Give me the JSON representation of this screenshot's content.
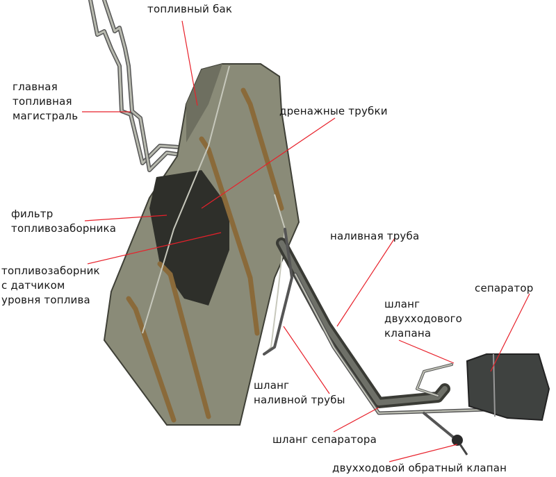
{
  "labels": {
    "fuel_tank": "топливный бак",
    "main_line": [
      "главная",
      "топливная",
      "магистраль"
    ],
    "drain_tubes": "дренажные трубки",
    "intake_filter": [
      "фильтр",
      "топливозаборника"
    ],
    "fuel_intake": [
      "топливозаборник",
      "с датчиком",
      "уровня топлива"
    ],
    "filler_pipe": "наливная труба",
    "separator": "сепаратор",
    "two_way_valve_hose": [
      "шланг",
      "двухходового",
      "клапана"
    ],
    "filler_pipe_hose": [
      "шланг",
      "наливной трубы"
    ],
    "separator_hose": "шланг сепаратора",
    "two_way_check_valve": "двухходовой обратный клапан"
  },
  "colors": {
    "leader": "#e8202a",
    "tank": "#8a8b78",
    "tank_dark": "#4a4b42",
    "strap": "#8a6a3a",
    "pipe": "#a9ab9e",
    "separator": "#3f4240"
  }
}
